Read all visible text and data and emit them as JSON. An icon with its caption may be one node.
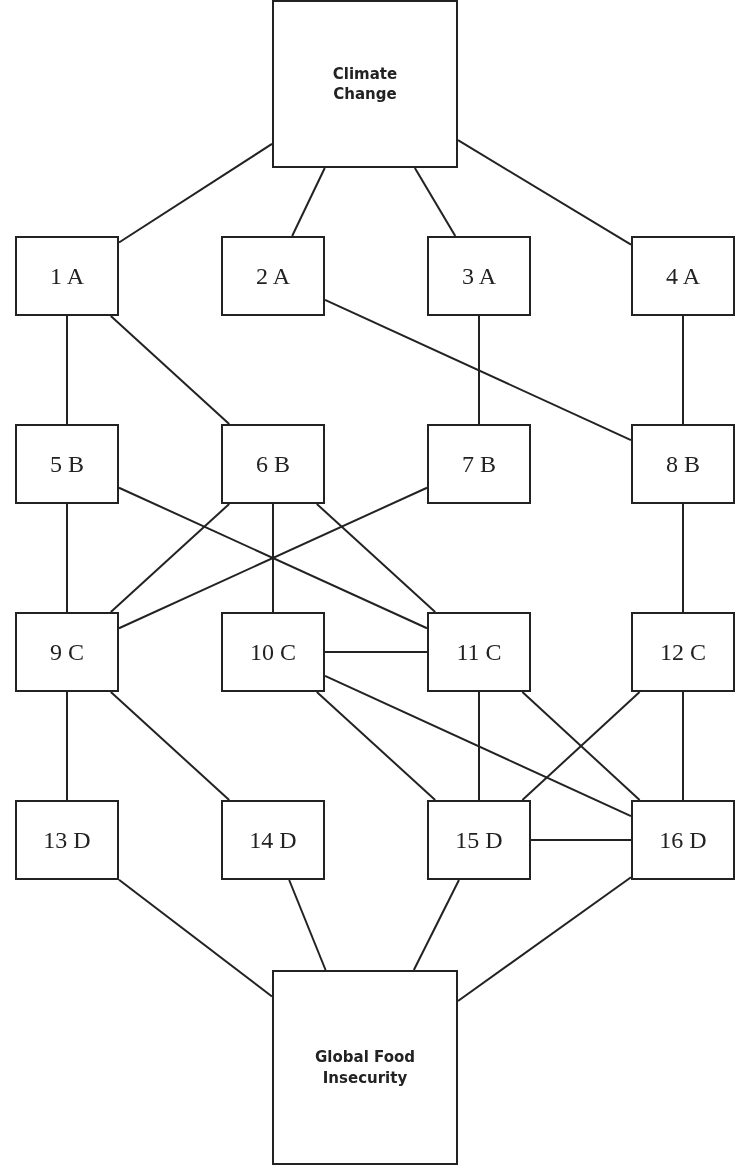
{
  "diagram": {
    "nodes": [
      {
        "text": [
          "Climate Change"
        ]
      },
      {
        "text": [
          "1 A"
        ]
      },
      {
        "text": [
          "2 A"
        ]
      },
      {
        "text": [
          "3 A"
        ]
      },
      {
        "text": [
          "4 A"
        ]
      },
      {
        "text": [
          "5 B"
        ]
      },
      {
        "text": [
          "6 B"
        ]
      },
      {
        "text": [
          "7 B"
        ]
      },
      {
        "text": [
          "8 B"
        ]
      },
      {
        "text": [
          "9 C"
        ]
      },
      {
        "text": [
          "10 C"
        ]
      },
      {
        "text": [
          "11 C"
        ]
      },
      {
        "text": [
          "12 C"
        ]
      },
      {
        "text": [
          "13 D"
        ]
      },
      {
        "text": [
          "14 D"
        ]
      },
      {
        "text": [
          "15 D"
        ]
      },
      {
        "text": [
          "16 D"
        ]
      },
      {
        "text": [
          "Global Food Insecurity"
        ]
      }
    ],
    "edges": [
      {
        "from": 0,
        "to": 1,
        "arrow": "none"
      },
      {
        "from": 0,
        "to": 2,
        "arrow": "none"
      },
      {
        "from": 0,
        "to": 3,
        "arrow": "none"
      },
      {
        "from": 0,
        "to": 4,
        "arrow": "none"
      },
      {
        "from": 1,
        "to": 5,
        "arrow": "none"
      },
      {
        "from": 1,
        "to": 6,
        "arrow": "none"
      },
      {
        "from": 2,
        "to": 8,
        "arrow": "none"
      },
      {
        "from": 3,
        "to": 7,
        "arrow": "none"
      },
      {
        "from": 4,
        "to": 8,
        "arrow": "none"
      },
      {
        "from": 5,
        "to": 9,
        "arrow": "none"
      },
      {
        "from": 5,
        "to": 11,
        "arrow": "none"
      },
      {
        "from": 6,
        "to": 9,
        "arrow": "none"
      },
      {
        "from": 6,
        "to": 10,
        "arrow": "none"
      },
      {
        "from": 6,
        "to": 11,
        "arrow": "none"
      },
      {
        "from": 7,
        "to": 9,
        "arrow": "none"
      },
      {
        "from": 8,
        "to": 12,
        "arrow": "none"
      },
      {
        "from": 9,
        "to": 13,
        "arrow": "none"
      },
      {
        "from": 9,
        "to": 14,
        "arrow": "none"
      },
      {
        "from": 10,
        "to": 11,
        "arrow": "none"
      },
      {
        "from": 10,
        "to": 15,
        "arrow": "none"
      },
      {
        "from": 10,
        "to": 16,
        "arrow": "none"
      },
      {
        "from": 11,
        "to": 15,
        "arrow": "none"
      },
      {
        "from": 11,
        "to": 16,
        "arrow": "none"
      },
      {
        "from": 12,
        "to": 15,
        "arrow": "none"
      },
      {
        "from": 12,
        "to": 16,
        "arrow": "none"
      },
      {
        "from": 15,
        "to": 16,
        "arrow": "none"
      },
      {
        "from": 13,
        "to": 17,
        "arrow": "none"
      },
      {
        "from": 14,
        "to": 17,
        "arrow": "none"
      },
      {
        "from": 15,
        "to": 17,
        "arrow": "none"
      },
      {
        "from": 16,
        "to": 17,
        "arrow": "none"
      }
    ]
  }
}
